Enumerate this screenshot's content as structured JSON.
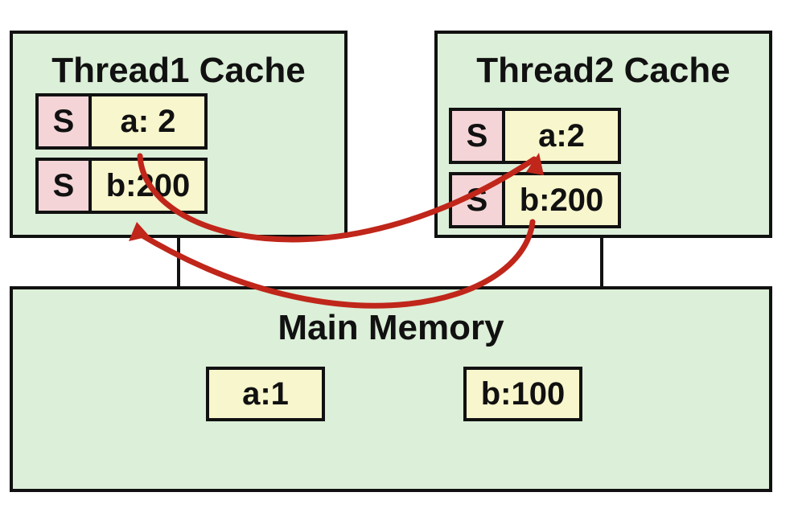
{
  "thread1_cache": {
    "title": "Thread1 Cache",
    "lines": [
      {
        "state": "S",
        "value": "a: 2"
      },
      {
        "state": "S",
        "value": "b:200"
      }
    ]
  },
  "thread2_cache": {
    "title": "Thread2 Cache",
    "lines": [
      {
        "state": "S",
        "value": "a:2"
      },
      {
        "state": "S",
        "value": "b:200"
      }
    ]
  },
  "main_memory": {
    "title": "Main Memory",
    "cells": [
      {
        "value": "a:1"
      },
      {
        "value": "b:100"
      }
    ]
  },
  "colors": {
    "box_fill": "#dcefd8",
    "state_fill": "#f4d4d6",
    "value_fill": "#f8f6cc",
    "arrow": "#c0261a",
    "border": "#111111"
  }
}
